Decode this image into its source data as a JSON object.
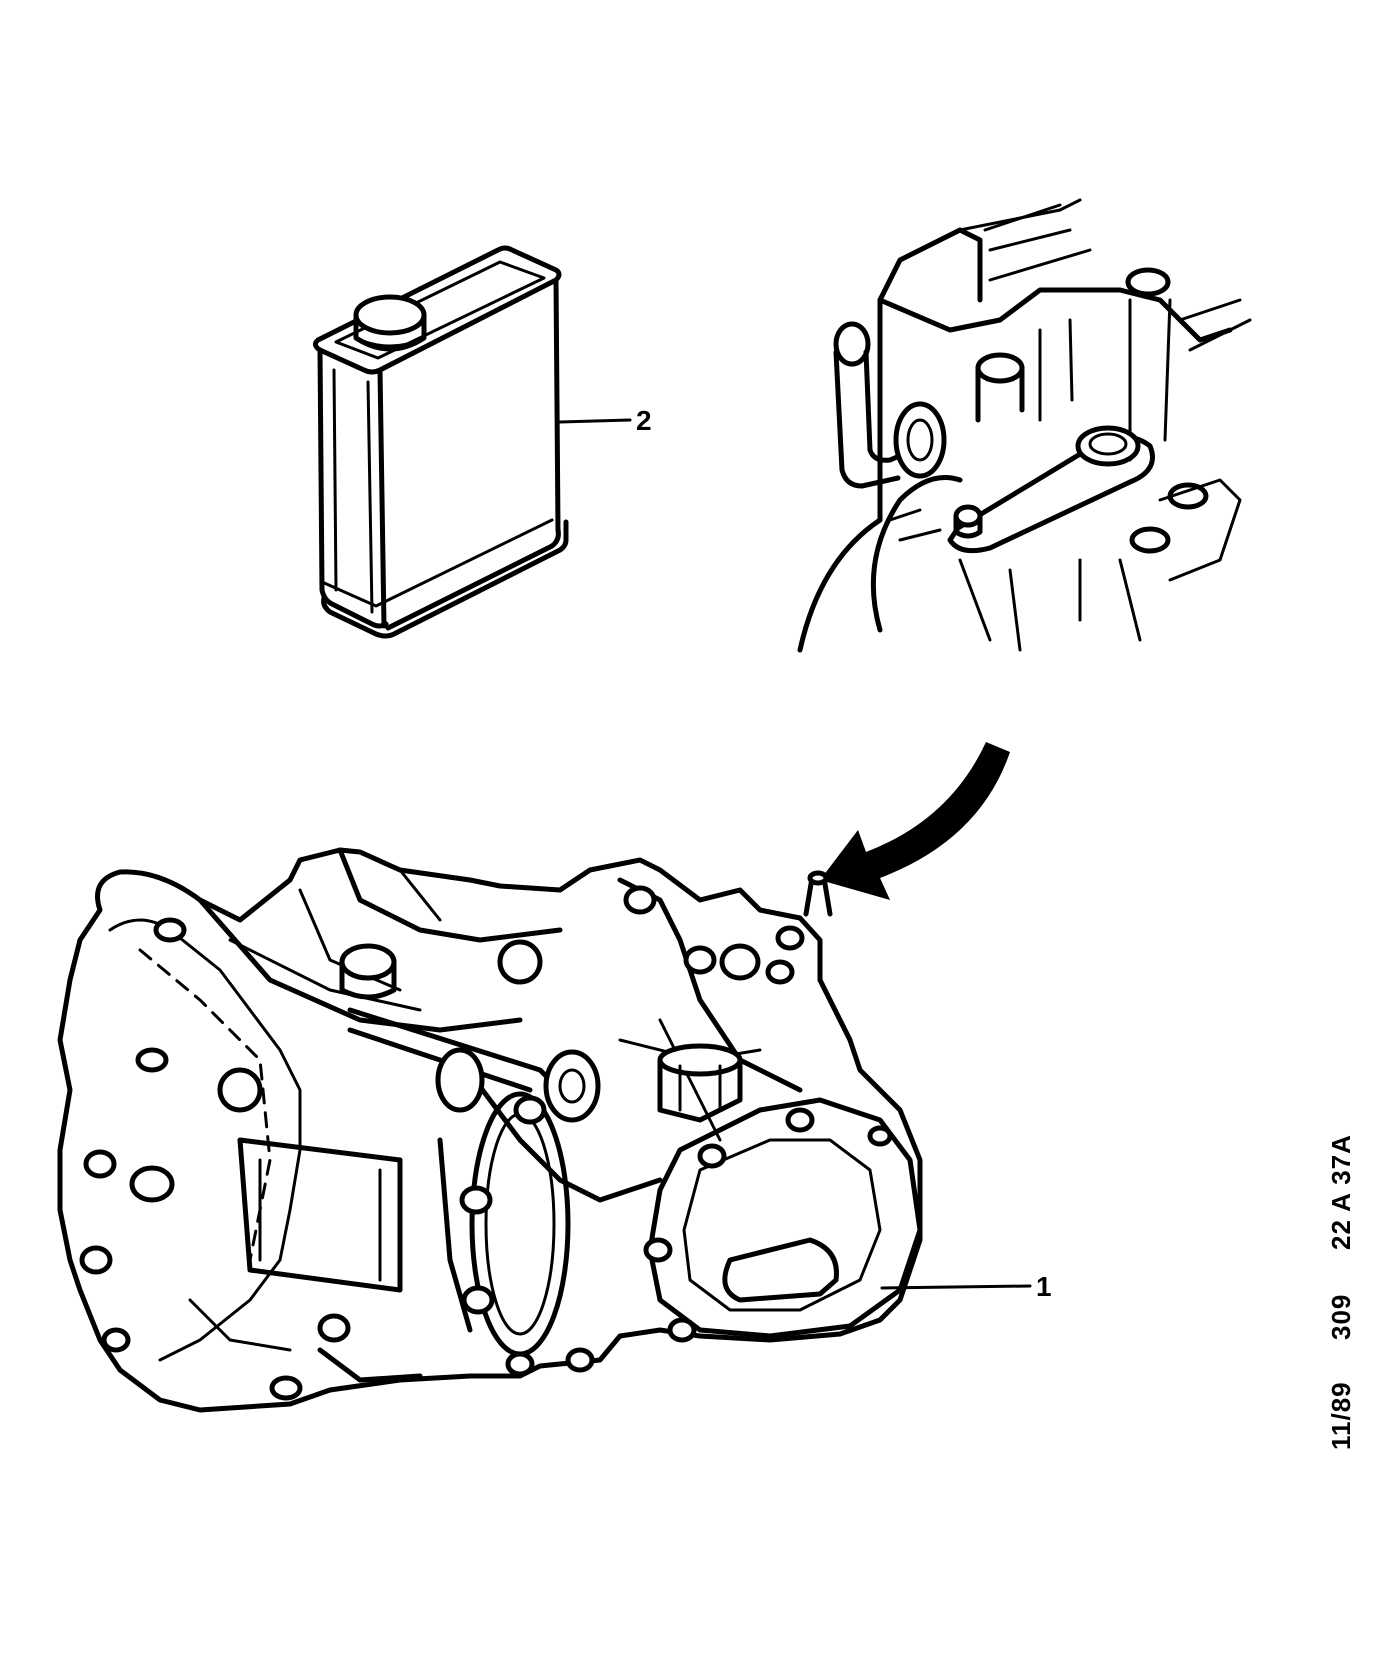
{
  "callouts": {
    "gearbox_label": "1",
    "oil_can_label": "2"
  },
  "reference": {
    "date": "11/89",
    "model": "309",
    "code": "22 A 37A"
  },
  "colors": {
    "ink": "#000000",
    "paper": "#ffffff"
  }
}
